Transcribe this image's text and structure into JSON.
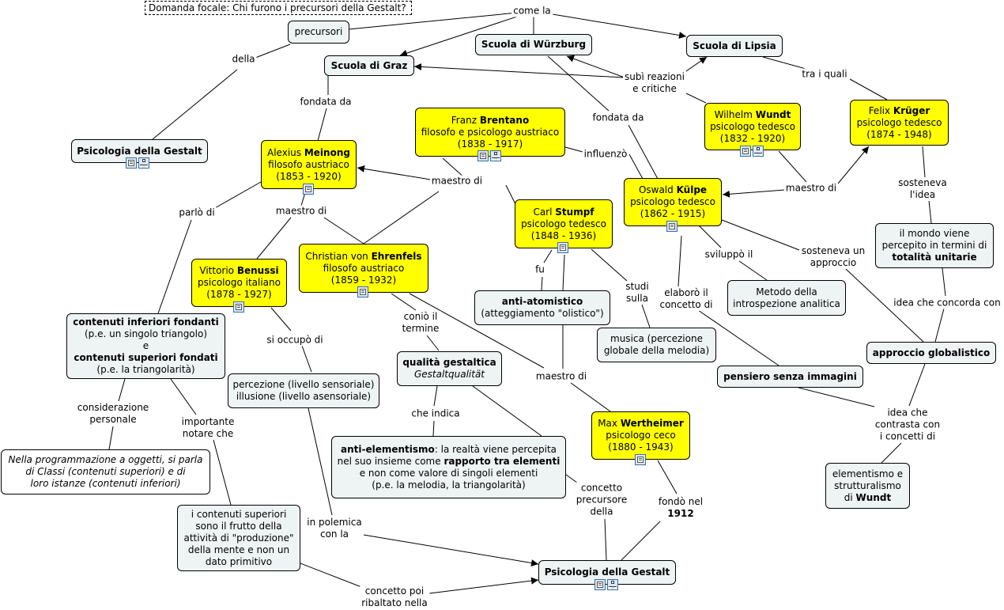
{
  "focal": "Domanda focale: Chi furono i precursori della Gestalt?",
  "nodes": {
    "precursori": "precursori",
    "wurzburg": "Scuola di Würzburg",
    "lipsia": "Scuola di Lipsia",
    "graz": "Scuola di Graz",
    "gestalt_top": "Psicologia della Gestalt",
    "meinong": {
      "l1a": "Alexius ",
      "l1b": "Meinong",
      "l2": "filosofo austriaco",
      "l3": "(1853 - 1920)"
    },
    "brentano": {
      "l1a": "Franz ",
      "l1b": "Brentano",
      "l2": "filosofo e psicologo austriaco",
      "l3": "(1838 - 1917)"
    },
    "wundt": {
      "l1a": "Wilhelm ",
      "l1b": "Wundt",
      "l2": "psicologo tedesco",
      "l3": "(1832 - 1920)"
    },
    "kruger": {
      "l1a": "Felix ",
      "l1b": "Krüger",
      "l2": "psicologo tedesco",
      "l3": "(1874 - 1948)"
    },
    "kulpe": {
      "l1a": "Oswald ",
      "l1b": "Külpe",
      "l2": "psicologo tedesco",
      "l3": "(1862 - 1915)"
    },
    "stumpf": {
      "l1a": "Carl ",
      "l1b": "Stumpf",
      "l2": "psicologo tedesco",
      "l3": "(1848 - 1936)"
    },
    "ehrenfels": {
      "l1a": "Christian von ",
      "l1b": "Ehrenfels",
      "l2": "filosofo austriaco",
      "l3": "(1859 - 1932)"
    },
    "benussi": {
      "l1a": "Vittorio ",
      "l1b": "Benussi",
      "l2": "psicologo italiano",
      "l3": "(1878 - 1927)"
    },
    "wertheimer": {
      "l1a": "Max ",
      "l1b": "Wertheimer",
      "l2": "psicologo ceco",
      "l3": "(1880 - 1943)"
    },
    "contenuti": {
      "l1": "contenuti inferiori fondanti",
      "l2": "(p.e. un singolo triangolo)",
      "l3": "e",
      "l4": "contenuti superiori fondati",
      "l5": "(p.e. la triangolarità)"
    },
    "programmazione": {
      "l1": "Nella programmazione a oggetti, si parla",
      "l2": "di Classi (contenuti superiori) e di",
      "l3": "loro istanze (contenuti inferiori)"
    },
    "superiori": {
      "l1": "i contenuti superiori",
      "l2": "sono il frutto della",
      "l3": "attività di \"produzione\"",
      "l4": "della mente e non un",
      "l5": "dato primitivo"
    },
    "percezione": {
      "l1": "percezione (livello sensoriale)",
      "l2": "illusione (livello asensoriale)"
    },
    "antiatom": {
      "l1": "anti-atomistico",
      "l2": "(atteggiamento \"olistico\")"
    },
    "qualita": {
      "l1": "qualità gestaltica",
      "l2": "Gestaltqualität"
    },
    "antielem": {
      "l1a": "anti-elementismo",
      "l1b": ": la realtà viene percepita",
      "l2a": "nel suo insieme come ",
      "l2b": "rapporto tra elementi",
      "l3": "e non come valore di singoli elementi",
      "l4": "(p.e. la melodia, la triangolarità)"
    },
    "musica": {
      "l1": "musica (percezione",
      "l2": "globale della melodia)"
    },
    "metodo": {
      "l1": "Metodo della",
      "l2": "introspezione analitica"
    },
    "pensiero": "pensiero senza immagini",
    "mondo": {
      "l1": "il mondo viene",
      "l2": "percepito in termini di",
      "l3": "totalità unitarie"
    },
    "approccio": "approccio globalistico",
    "elementismo": {
      "l1": "elementismo e",
      "l2": "strutturalismo",
      "l3a": "di ",
      "l3b": "Wundt"
    },
    "gestalt_bottom": "Psicologia della Gestalt"
  },
  "labels": {
    "come_la": "come la",
    "della": "della",
    "subi": {
      "l1": "subì reazioni",
      "l2": "e critiche"
    },
    "tra_i_quali": "tra i quali",
    "fondata_da_graz": "fondata da",
    "fondata_da_wurz": "fondata da",
    "influenzo": "influenzò",
    "maestro_di_brentano": "maestro di",
    "maestro_di_wundt": "maestro di",
    "maestro_di_meinong": "maestro di",
    "parlo_di": "parlò di",
    "sosteneva_idea": {
      "l1": "sosteneva",
      "l2": "l'idea"
    },
    "fu": "fu",
    "studi_sulla": {
      "l1": "studi",
      "l2": "sulla"
    },
    "sviluppo_il": "sviluppò il",
    "sosteneva_approccio": {
      "l1": "sosteneva un",
      "l2": "approccio"
    },
    "elaboro": {
      "l1": "elaborò il",
      "l2": "concetto di"
    },
    "idea_concorda": "idea che concorda con",
    "conio": {
      "l1": "coniò il",
      "l2": "termine"
    },
    "si_occupo": "si occupò di",
    "maestro_di_stumpf": "maestro di",
    "che_indica": "che indica",
    "considerazione": {
      "l1": "considerazione",
      "l2": "personale"
    },
    "importante": {
      "l1": "importante",
      "l2": "notare che"
    },
    "idea_contrasta": {
      "l1": "idea che",
      "l2": "contrasta con",
      "l3": "i concetti di"
    },
    "concetto_precursore": {
      "l1": "concetto",
      "l2": "precursore",
      "l3": "della"
    },
    "fondo_nel": {
      "l1": "fondò nel",
      "l2": "1912"
    },
    "in_polemica": {
      "l1": "in polemica",
      "l2": "con la"
    },
    "ribaltato": {
      "l1": "concetto poi",
      "l2": "ribaltato nella"
    }
  }
}
